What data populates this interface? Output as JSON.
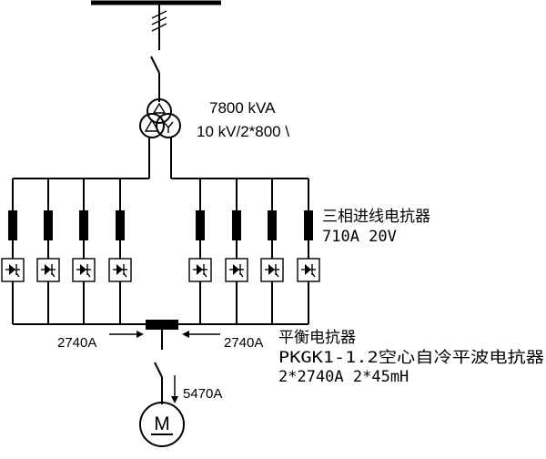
{
  "transformer": {
    "rating": "7800 kVA",
    "voltage": "10 kV/2*800 \\"
  },
  "incoming_reactor": {
    "name": "三相进线电抗器",
    "spec": "710A   20V"
  },
  "balancing_reactor": {
    "name": "平衡电抗器",
    "model": "PKGK1-1.2空心自冷平波电抗器",
    "spec": "2*2740A     2*45mH"
  },
  "currents": {
    "left_input": "2740A",
    "right_input": "2740A",
    "motor": "5470A"
  },
  "motor": {
    "symbol": "M"
  },
  "colors": {
    "line": "#000000",
    "background": "#ffffff"
  }
}
